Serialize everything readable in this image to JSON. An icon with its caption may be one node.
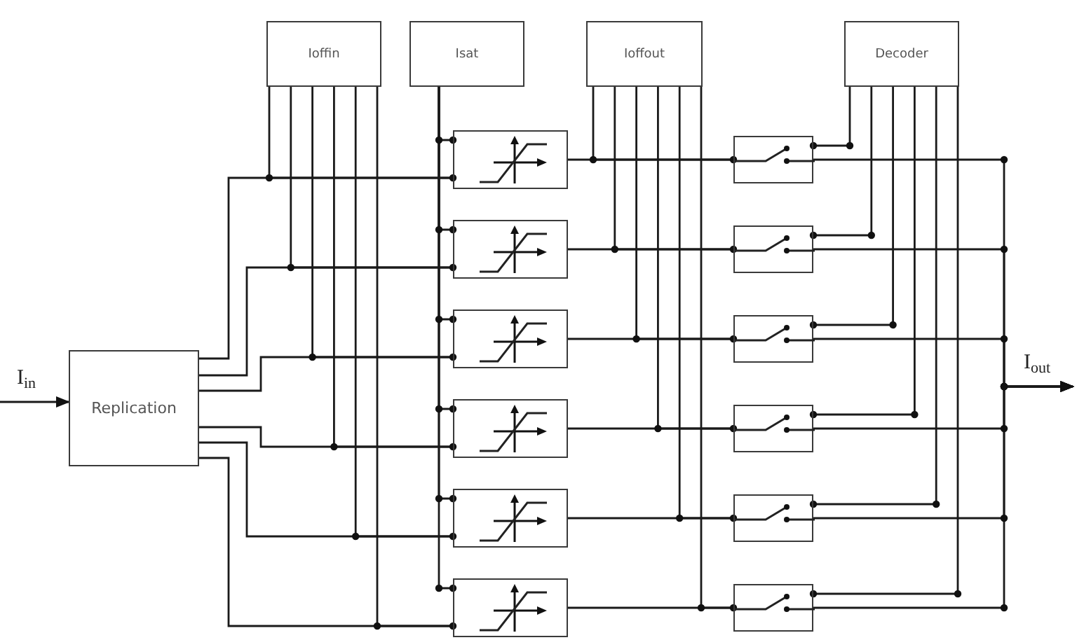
{
  "diagram": {
    "nodes": [
      {
        "text": [
          "Ioffin"
        ]
      },
      {
        "text": [
          "Isat"
        ]
      },
      {
        "text": [
          "Ioffout"
        ]
      },
      {
        "text": [
          "Decoder"
        ]
      },
      {
        "text": [
          "Replication"
        ]
      },
      {
        "text": [],
        "shape": "box"
      },
      {
        "text": [],
        "shape": "box"
      },
      {
        "text": [],
        "shape": "box"
      },
      {
        "text": [],
        "shape": "box"
      },
      {
        "text": [],
        "shape": "box"
      },
      {
        "text": [],
        "shape": "box"
      },
      {
        "text": [],
        "shape": "box"
      },
      {
        "text": [],
        "shape": "box"
      },
      {
        "text": [],
        "shape": "box"
      },
      {
        "text": [],
        "shape": "box"
      },
      {
        "text": [],
        "shape": "box"
      },
      {
        "text": [],
        "shape": "box"
      }
    ],
    "edges": [
      {
        "from": null,
        "to": 4,
        "arrow": "to",
        "label": "I$_{in}$"
      },
      {
        "from": 4,
        "to": 5,
        "arrow": "none"
      },
      {
        "from": 4,
        "to": 6,
        "arrow": "none"
      },
      {
        "from": 4,
        "to": 7,
        "arrow": "none"
      },
      {
        "from": 4,
        "to": 8,
        "arrow": "none"
      },
      {
        "from": 4,
        "to": 9,
        "arrow": "none"
      },
      {
        "from": 4,
        "to": 10,
        "arrow": "none"
      },
      {
        "from": 0,
        "to": 5,
        "arrow": "none"
      },
      {
        "from": 0,
        "to": 6,
        "arrow": "none"
      },
      {
        "from": 0,
        "to": 7,
        "arrow": "none"
      },
      {
        "from": 0,
        "to": 8,
        "arrow": "none"
      },
      {
        "from": 0,
        "to": 9,
        "arrow": "none"
      },
      {
        "from": 0,
        "to": 10,
        "arrow": "none"
      },
      {
        "from": 1,
        "to": 5,
        "arrow": "none"
      },
      {
        "from": 1,
        "to": 6,
        "arrow": "none"
      },
      {
        "from": 1,
        "to": 7,
        "arrow": "none"
      },
      {
        "from": 1,
        "to": 8,
        "arrow": "none"
      },
      {
        "from": 1,
        "to": 9,
        "arrow": "none"
      },
      {
        "from": 1,
        "to": 10,
        "arrow": "none"
      },
      {
        "from": 5,
        "to": 11,
        "arrow": "none"
      },
      {
        "from": 6,
        "to": 12,
        "arrow": "none"
      },
      {
        "from": 7,
        "to": 13,
        "arrow": "none"
      },
      {
        "from": 8,
        "to": 14,
        "arrow": "none"
      },
      {
        "from": 9,
        "to": 15,
        "arrow": "none"
      },
      {
        "from": 10,
        "to": 16,
        "arrow": "none"
      },
      {
        "from": 2,
        "to": 11,
        "arrow": "none"
      },
      {
        "from": 2,
        "to": 12,
        "arrow": "none"
      },
      {
        "from": 2,
        "to": 13,
        "arrow": "none"
      },
      {
        "from": 2,
        "to": 14,
        "arrow": "none"
      },
      {
        "from": 2,
        "to": 15,
        "arrow": "none"
      },
      {
        "from": 2,
        "to": 16,
        "arrow": "none"
      },
      {
        "from": 3,
        "to": 11,
        "arrow": "none"
      },
      {
        "from": 3,
        "to": 12,
        "arrow": "none"
      },
      {
        "from": 3,
        "to": 13,
        "arrow": "none"
      },
      {
        "from": 3,
        "to": 14,
        "arrow": "none"
      },
      {
        "from": 3,
        "to": 15,
        "arrow": "none"
      },
      {
        "from": 3,
        "to": 16,
        "arrow": "none"
      },
      {
        "from": 11,
        "to": null,
        "arrow": "to",
        "label": "I$_{out}$"
      },
      {
        "from": 12,
        "to": null,
        "arrow": "to"
      },
      {
        "from": 13,
        "to": null,
        "arrow": "to"
      },
      {
        "from": 14,
        "to": null,
        "arrow": "to"
      },
      {
        "from": 15,
        "to": null,
        "arrow": "to"
      },
      {
        "from": 16,
        "to": null,
        "arrow": "to"
      }
    ]
  }
}
